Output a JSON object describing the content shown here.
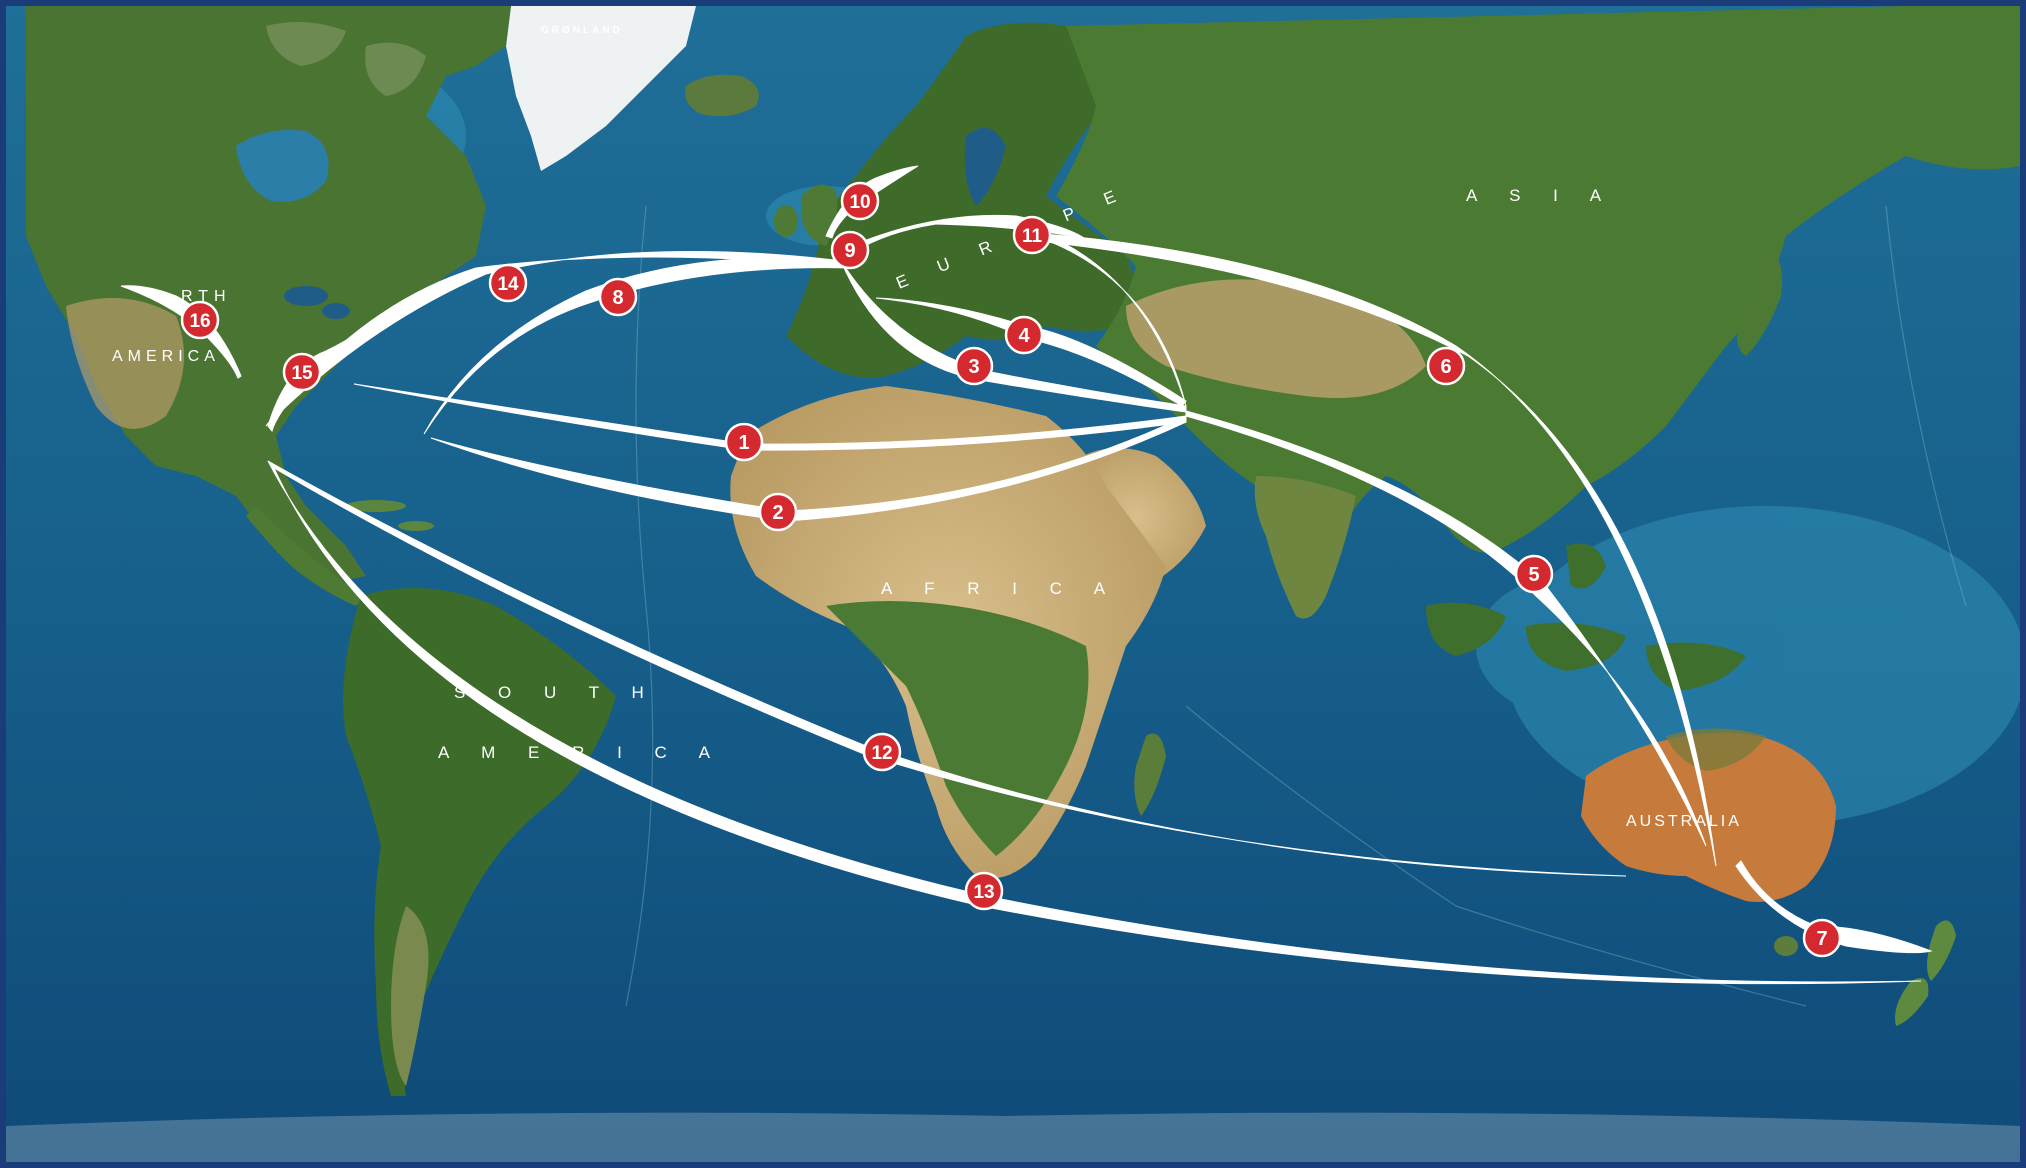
{
  "colors": {
    "ocean_deep": "#0f4a78",
    "ocean_shallow": "#2f8fb6",
    "land_green": "#3f6e2b",
    "land_desert": "#c8a874",
    "ice": "#eef2f3",
    "route": "#ffffff",
    "marker_fill": "#d42a2f",
    "frame": "#1a3d7a"
  },
  "labels": {
    "greenland": "GRØNLAND",
    "asia": "A S I A",
    "europe": "E U R O P E",
    "africa": "A F R I C A",
    "australia": "AUSTRALIA",
    "south_america_1": "S O U T H",
    "south_america_2": "A M E R I C A",
    "north_america_1": "RTH",
    "north_america_2": "AMERICA"
  },
  "markers": [
    "1",
    "2",
    "3",
    "4",
    "5",
    "6",
    "7",
    "8",
    "9",
    "10",
    "11",
    "12",
    "13",
    "14",
    "15",
    "16"
  ]
}
